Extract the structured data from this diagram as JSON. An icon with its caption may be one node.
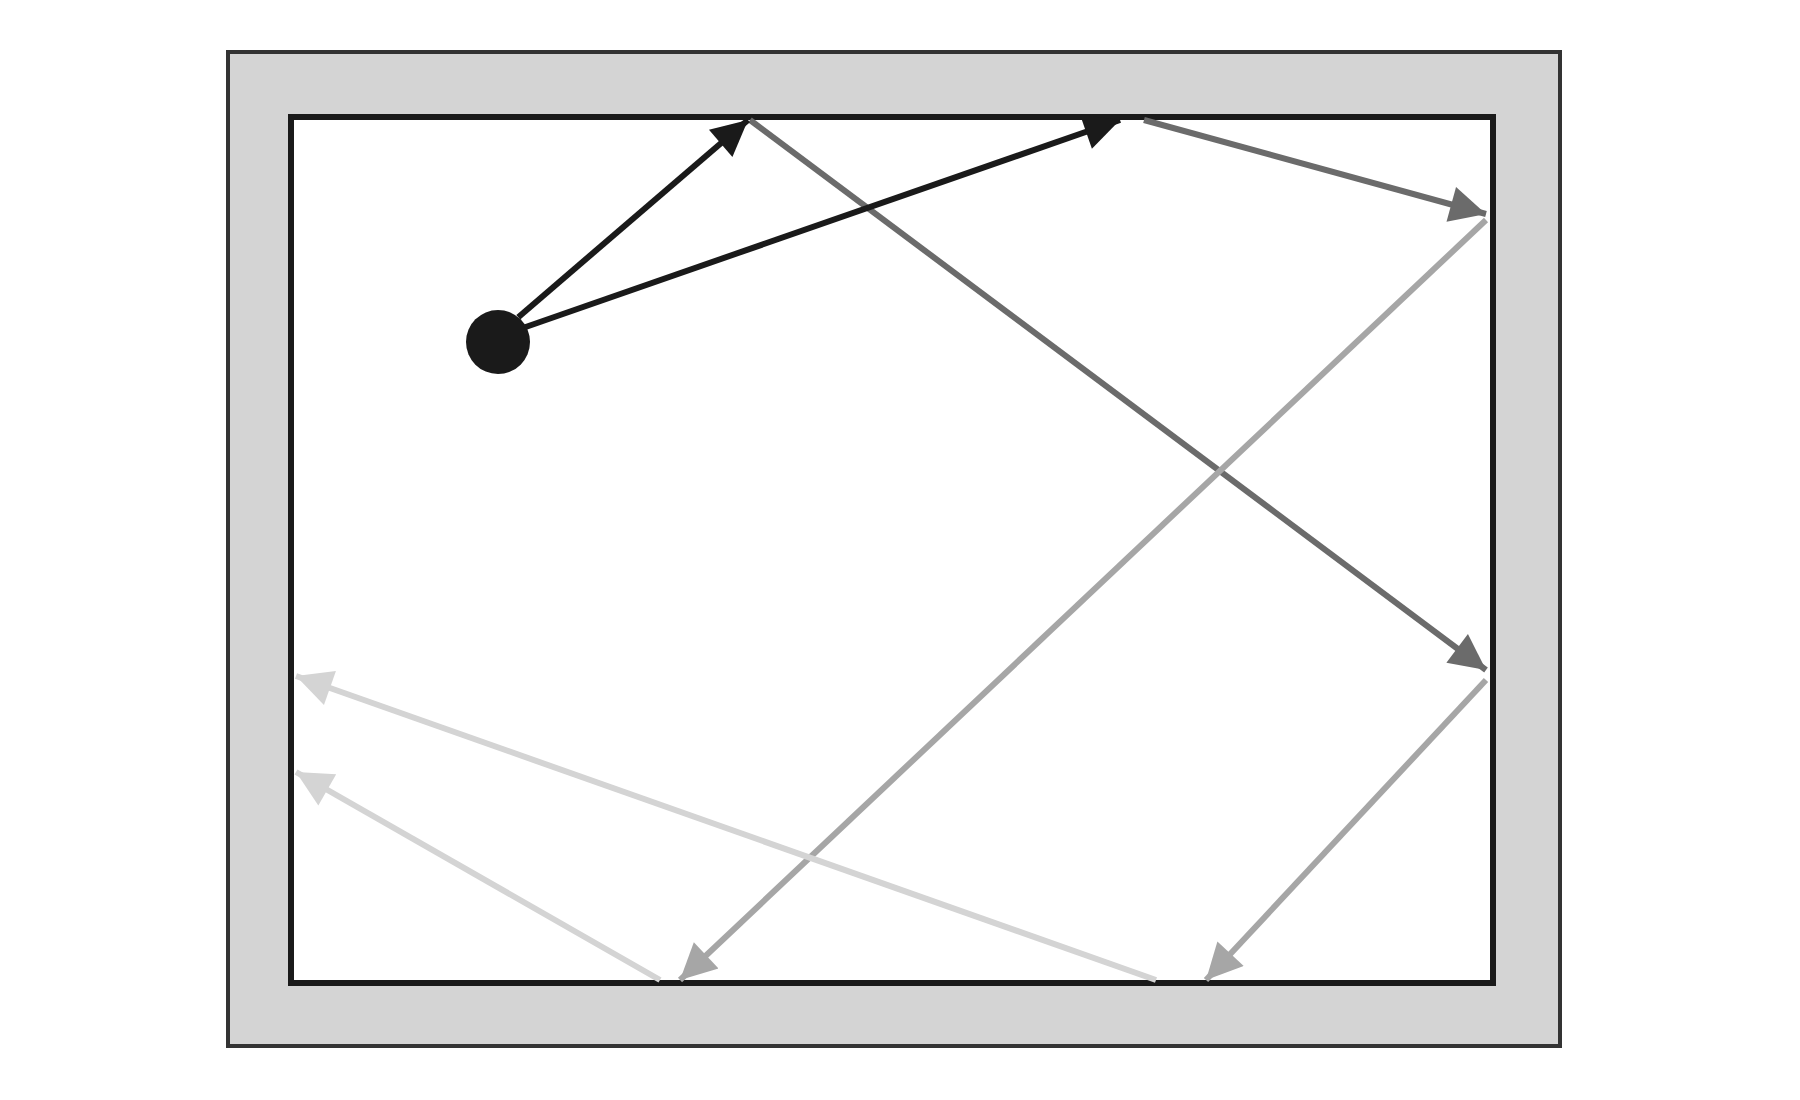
{
  "diagram": {
    "nodes": [
      {
        "text": [],
        "shape": "box"
      },
      {
        "text": [],
        "shape": "circle",
        "in": 0
      }
    ],
    "edges": [
      {
        "from": 1,
        "to": null,
        "arrow": "to"
      },
      {
        "from": 1,
        "to": null,
        "arrow": "to"
      }
    ]
  }
}
